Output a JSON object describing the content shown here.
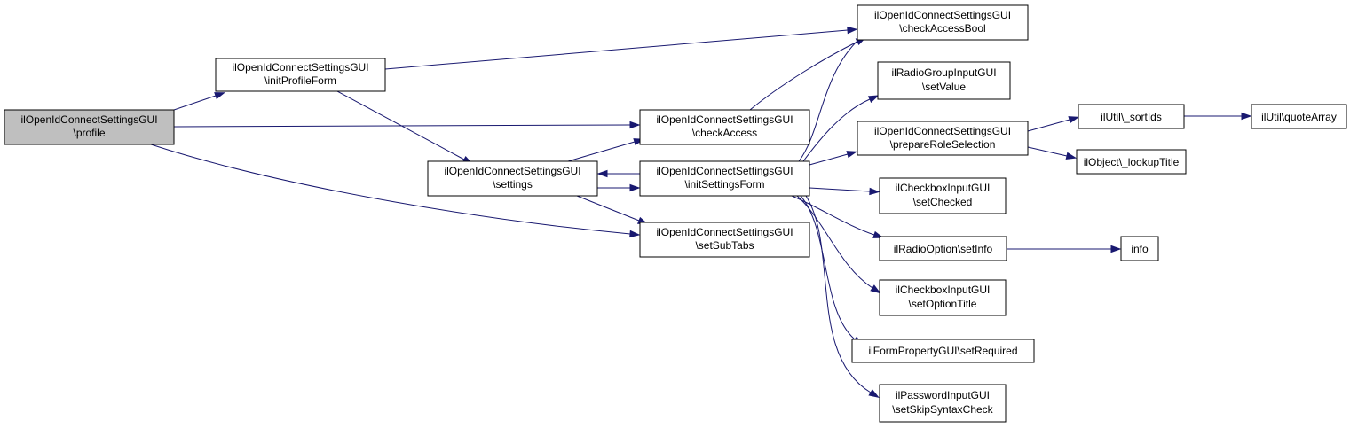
{
  "colors": {
    "background": "#ffffff",
    "node_fill": "#ffffff",
    "highlight_fill": "#bfbfbf",
    "node_border": "#000000",
    "edge": "#191970"
  },
  "nodes": {
    "profile": {
      "line1": "ilOpenIdConnectSettingsGUI",
      "line2": "\\profile",
      "highlighted": true
    },
    "initProfileForm": {
      "line1": "ilOpenIdConnectSettingsGUI",
      "line2": "\\initProfileForm"
    },
    "checkAccessBool": {
      "line1": "ilOpenIdConnectSettingsGUI",
      "line2": "\\checkAccessBool"
    },
    "settings": {
      "line1": "ilOpenIdConnectSettingsGUI",
      "line2": "\\settings"
    },
    "checkAccess": {
      "line1": "ilOpenIdConnectSettingsGUI",
      "line2": "\\checkAccess"
    },
    "initSettingsForm": {
      "line1": "ilOpenIdConnectSettingsGUI",
      "line2": "\\initSettingsForm"
    },
    "setSubTabs": {
      "line1": "ilOpenIdConnectSettingsGUI",
      "line2": "\\setSubTabs"
    },
    "setValue": {
      "line1": "ilRadioGroupInputGUI",
      "line2": "\\setValue"
    },
    "prepareRoleSelection": {
      "line1": "ilOpenIdConnectSettingsGUI",
      "line2": "\\prepareRoleSelection"
    },
    "setChecked": {
      "line1": "ilCheckboxInputGUI",
      "line2": "\\setChecked"
    },
    "setInfo": {
      "line1": "ilRadioOption\\setInfo"
    },
    "setOptionTitle": {
      "line1": "ilCheckboxInputGUI",
      "line2": "\\setOptionTitle"
    },
    "setRequired": {
      "line1": "ilFormPropertyGUI\\setRequired"
    },
    "setSkipSyntaxCheck": {
      "line1": "ilPasswordInputGUI",
      "line2": "\\setSkipSyntaxCheck"
    },
    "sortIds": {
      "line1": "ilUtil\\_sortIds"
    },
    "quoteArray": {
      "line1": "ilUtil\\quoteArray"
    },
    "lookupTitle": {
      "line1": "ilObject\\_lookupTitle"
    },
    "info": {
      "line1": "info"
    }
  },
  "edges": [
    {
      "from": "profile",
      "to": "initProfileForm"
    },
    {
      "from": "profile",
      "to": "checkAccess"
    },
    {
      "from": "profile",
      "to": "setSubTabs"
    },
    {
      "from": "initProfileForm",
      "to": "checkAccessBool"
    },
    {
      "from": "initProfileForm",
      "to": "settings"
    },
    {
      "from": "settings",
      "to": "checkAccess"
    },
    {
      "from": "settings",
      "to": "initSettingsForm"
    },
    {
      "from": "settings",
      "to": "setSubTabs"
    },
    {
      "from": "checkAccess",
      "to": "checkAccessBool"
    },
    {
      "from": "initSettingsForm",
      "to": "settings"
    },
    {
      "from": "initSettingsForm",
      "to": "checkAccessBool"
    },
    {
      "from": "initSettingsForm",
      "to": "setValue"
    },
    {
      "from": "initSettingsForm",
      "to": "prepareRoleSelection"
    },
    {
      "from": "initSettingsForm",
      "to": "setChecked"
    },
    {
      "from": "initSettingsForm",
      "to": "setInfo"
    },
    {
      "from": "initSettingsForm",
      "to": "setOptionTitle"
    },
    {
      "from": "initSettingsForm",
      "to": "setRequired"
    },
    {
      "from": "initSettingsForm",
      "to": "setSkipSyntaxCheck"
    },
    {
      "from": "prepareRoleSelection",
      "to": "sortIds"
    },
    {
      "from": "prepareRoleSelection",
      "to": "lookupTitle"
    },
    {
      "from": "sortIds",
      "to": "quoteArray"
    },
    {
      "from": "setInfo",
      "to": "info"
    }
  ]
}
